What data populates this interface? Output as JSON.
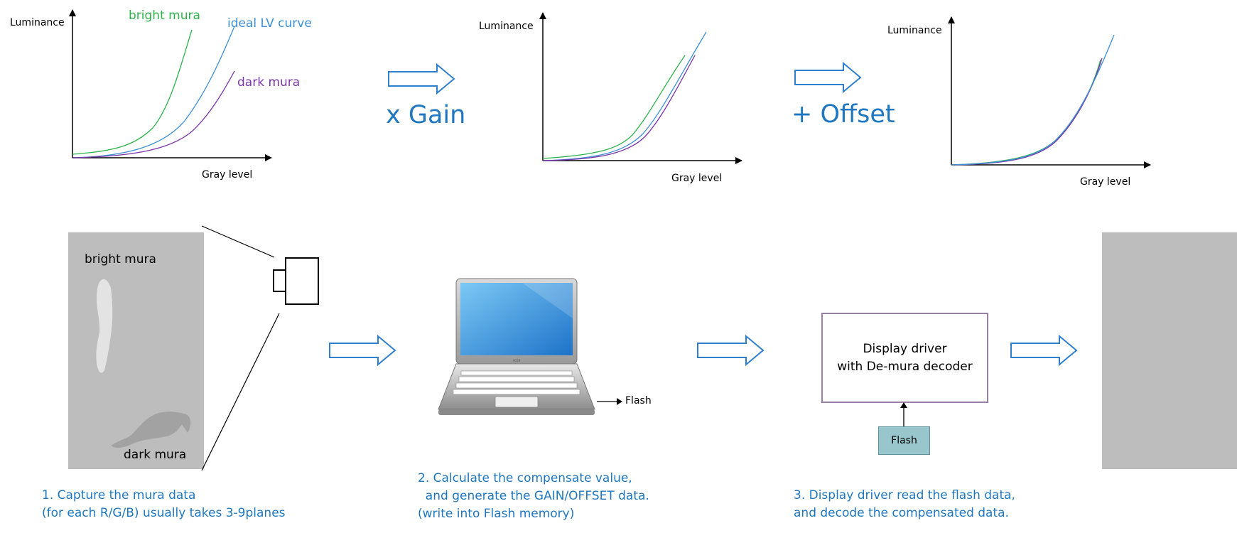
{
  "graphs": [
    {
      "ylabel": "Luminance",
      "xlabel": "Gray level",
      "curve_labels": {
        "bright": "bright mura",
        "ideal": "ideal LV curve",
        "dark": "dark mura"
      }
    },
    {
      "ylabel": "Luminance",
      "xlabel": "Gray level"
    },
    {
      "ylabel": "Luminance",
      "xlabel": "Gray level"
    }
  ],
  "operations": {
    "gain": "x Gain",
    "offset": "+ Offset"
  },
  "panel_labels": {
    "bright": "bright mura",
    "dark": "dark mura"
  },
  "laptop": {
    "brand": "ACER",
    "flash_out_label": "Flash"
  },
  "driver": {
    "line1": "Display driver",
    "line2": "with De-mura decoder"
  },
  "flash_box": "Flash",
  "captions": {
    "step1": "1. Capture the mura data\n(for each R/G/B) usually takes 3-9planes",
    "step2": "2. Calculate the compensate value,\n  and generate the GAIN/OFFSET data.\n(write into Flash memory)",
    "step3": "3. Display driver read the flash data,\nand decode the compensated data."
  },
  "colors": {
    "bright_curve": "#2eb24c",
    "ideal_curve": "#3d8fd6",
    "dark_curve": "#7a35a8",
    "arrow_stroke": "#2f7fcf",
    "caption_text": "#1f77c0",
    "panel_gray": "#bdbdbd"
  }
}
